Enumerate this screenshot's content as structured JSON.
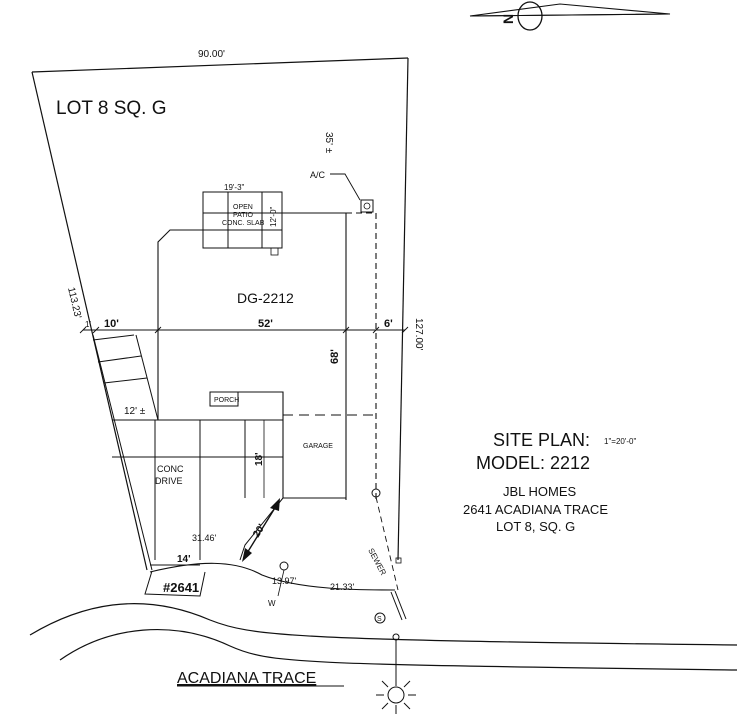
{
  "lot_label": "LOT 8 SQ. G",
  "north_letter": "N",
  "dimensions": {
    "top": "90.00'",
    "left": "113.23'",
    "right": "127.00'",
    "rear_setback": "35' ±",
    "house_width": "52'",
    "side_setback": "6'",
    "side_setback_left": "10'",
    "left_margin_small": "1'",
    "house_depth": "68'",
    "front_yard": "12' ±",
    "garage_depth": "18'",
    "drive_to_garage": "20'",
    "drive_width": "14'",
    "curve_a": "31.46'",
    "curve_b": "13.97'",
    "curve_c": "21.33'",
    "patio_width": "19'-3\"",
    "patio_depth": "12'-0\""
  },
  "labels": {
    "patio_line1": "OPEN",
    "patio_line2": "PATIO",
    "patio_line3": "CONC. SLAB",
    "ac": "A/C",
    "model": "DG-2212",
    "porch": "PORCH",
    "garage": "GARAGE",
    "drive_line1": "CONC",
    "drive_line2": "DRIVE",
    "address": "#2641",
    "water": "W",
    "sewer": "SEWER",
    "sewer_symbol": "S",
    "street": "ACADIANA TRACE"
  },
  "title_block": {
    "site_plan": "SITE PLAN:",
    "scale": "1\"=20'-0\"",
    "model": "MODEL:  2212",
    "builder": "JBL  HOMES",
    "address": "2641 ACADIANA TRACE",
    "lot": "LOT 8, SQ. G"
  }
}
